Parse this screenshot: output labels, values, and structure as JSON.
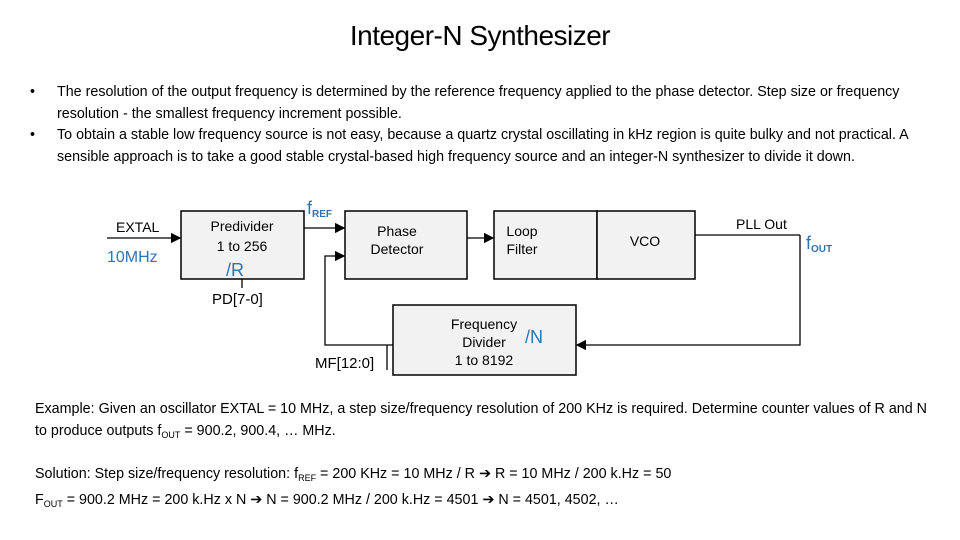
{
  "slide": {
    "title": "Integer-N Synthesizer",
    "bullets": [
      "The resolution of the output frequency is determined by the reference frequency applied to the phase detector. Step size or frequency resolution - the smallest frequency increment possible.",
      "To obtain a stable low frequency source is not easy, because a quartz crystal oscillating in kHz region is quite bulky and not practical.  A sensible approach is to take a good stable crystal-based high frequency source and an integer-N synthesizer to divide it down."
    ],
    "bullet_symbol": "•"
  },
  "diagram": {
    "extal": "EXTAL",
    "input_freq": "10MHz",
    "predivider": [
      "Predivider",
      "1 to 256"
    ],
    "r_label": "/R",
    "pd_label": "PD[7-0]",
    "fref": {
      "main": "f",
      "sub": "REF"
    },
    "phase_detector": [
      "Phase",
      "Detector"
    ],
    "loop_filter": [
      "Loop",
      "Filter"
    ],
    "vco": "VCO",
    "pll_out": "PLL Out",
    "fout": {
      "main": "f",
      "sub": "OUT"
    },
    "freq_divider": [
      "Frequency",
      "Divider",
      "1 to 8192"
    ],
    "n_label": "/N",
    "mf_label": "MF[12:0]",
    "colors": {
      "accent_blue": "#2e74b5",
      "block_gray": "#f2f2f2",
      "line": "#000000"
    }
  },
  "example": {
    "p1": "Example: Given an oscillator EXTAL = 10 MHz, a step size/frequency resolution of 200 KHz is required.  Determine counter values of R and N to produce outputs f",
    "p1_sub": "OUT",
    "p1_end": " = 900.2, 900.4, … MHz."
  },
  "solution": {
    "l1a": "Solution:  Step size/frequency resolution: ",
    "l1_f": "f",
    "l1_sub": "REF",
    "l1b": " = 200 KHz = 10 MHz / R ",
    "l1c": " R = 10 MHz / 200 k.Hz = 50",
    "l2a": "F",
    "l2_sub": "OUT",
    "l2b": " = 900.2 MHz = 200 k.Hz x N ",
    "l2c": " N = 900.2 MHz / 200 k.Hz = 4501 ",
    "l2d": " N = 4501, 4502, …",
    "arrow": "➔"
  }
}
